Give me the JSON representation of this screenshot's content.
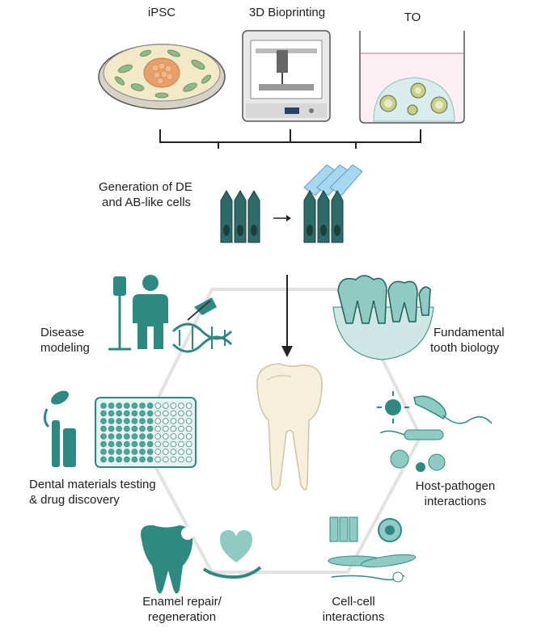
{
  "top": {
    "ipsc": "iPSC",
    "bioprinting": "3D Bioprinting",
    "to": "TO"
  },
  "generation": {
    "line1": "Generation of DE",
    "line2": "and AB-like cells"
  },
  "applications": {
    "disease_1": "Disease",
    "disease_2": "modeling",
    "fundamental_1": "Fundamental",
    "fundamental_2": "tooth biology",
    "dental_1": "Dental materials testing",
    "dental_2": "& drug discovery",
    "host_1": "Host-pathogen",
    "host_2": "interactions",
    "enamel_1": "Enamel repair/",
    "enamel_2": "regeneration",
    "cell_1": "Cell-cell",
    "cell_2": "interactions"
  },
  "colors": {
    "teal": "#2e8a80",
    "teal_dark": "#1f5f5a",
    "teal_light": "#8fcbc2",
    "dish_green": "#8fb98a",
    "ipsc_orange": "#e8a06a"
  }
}
